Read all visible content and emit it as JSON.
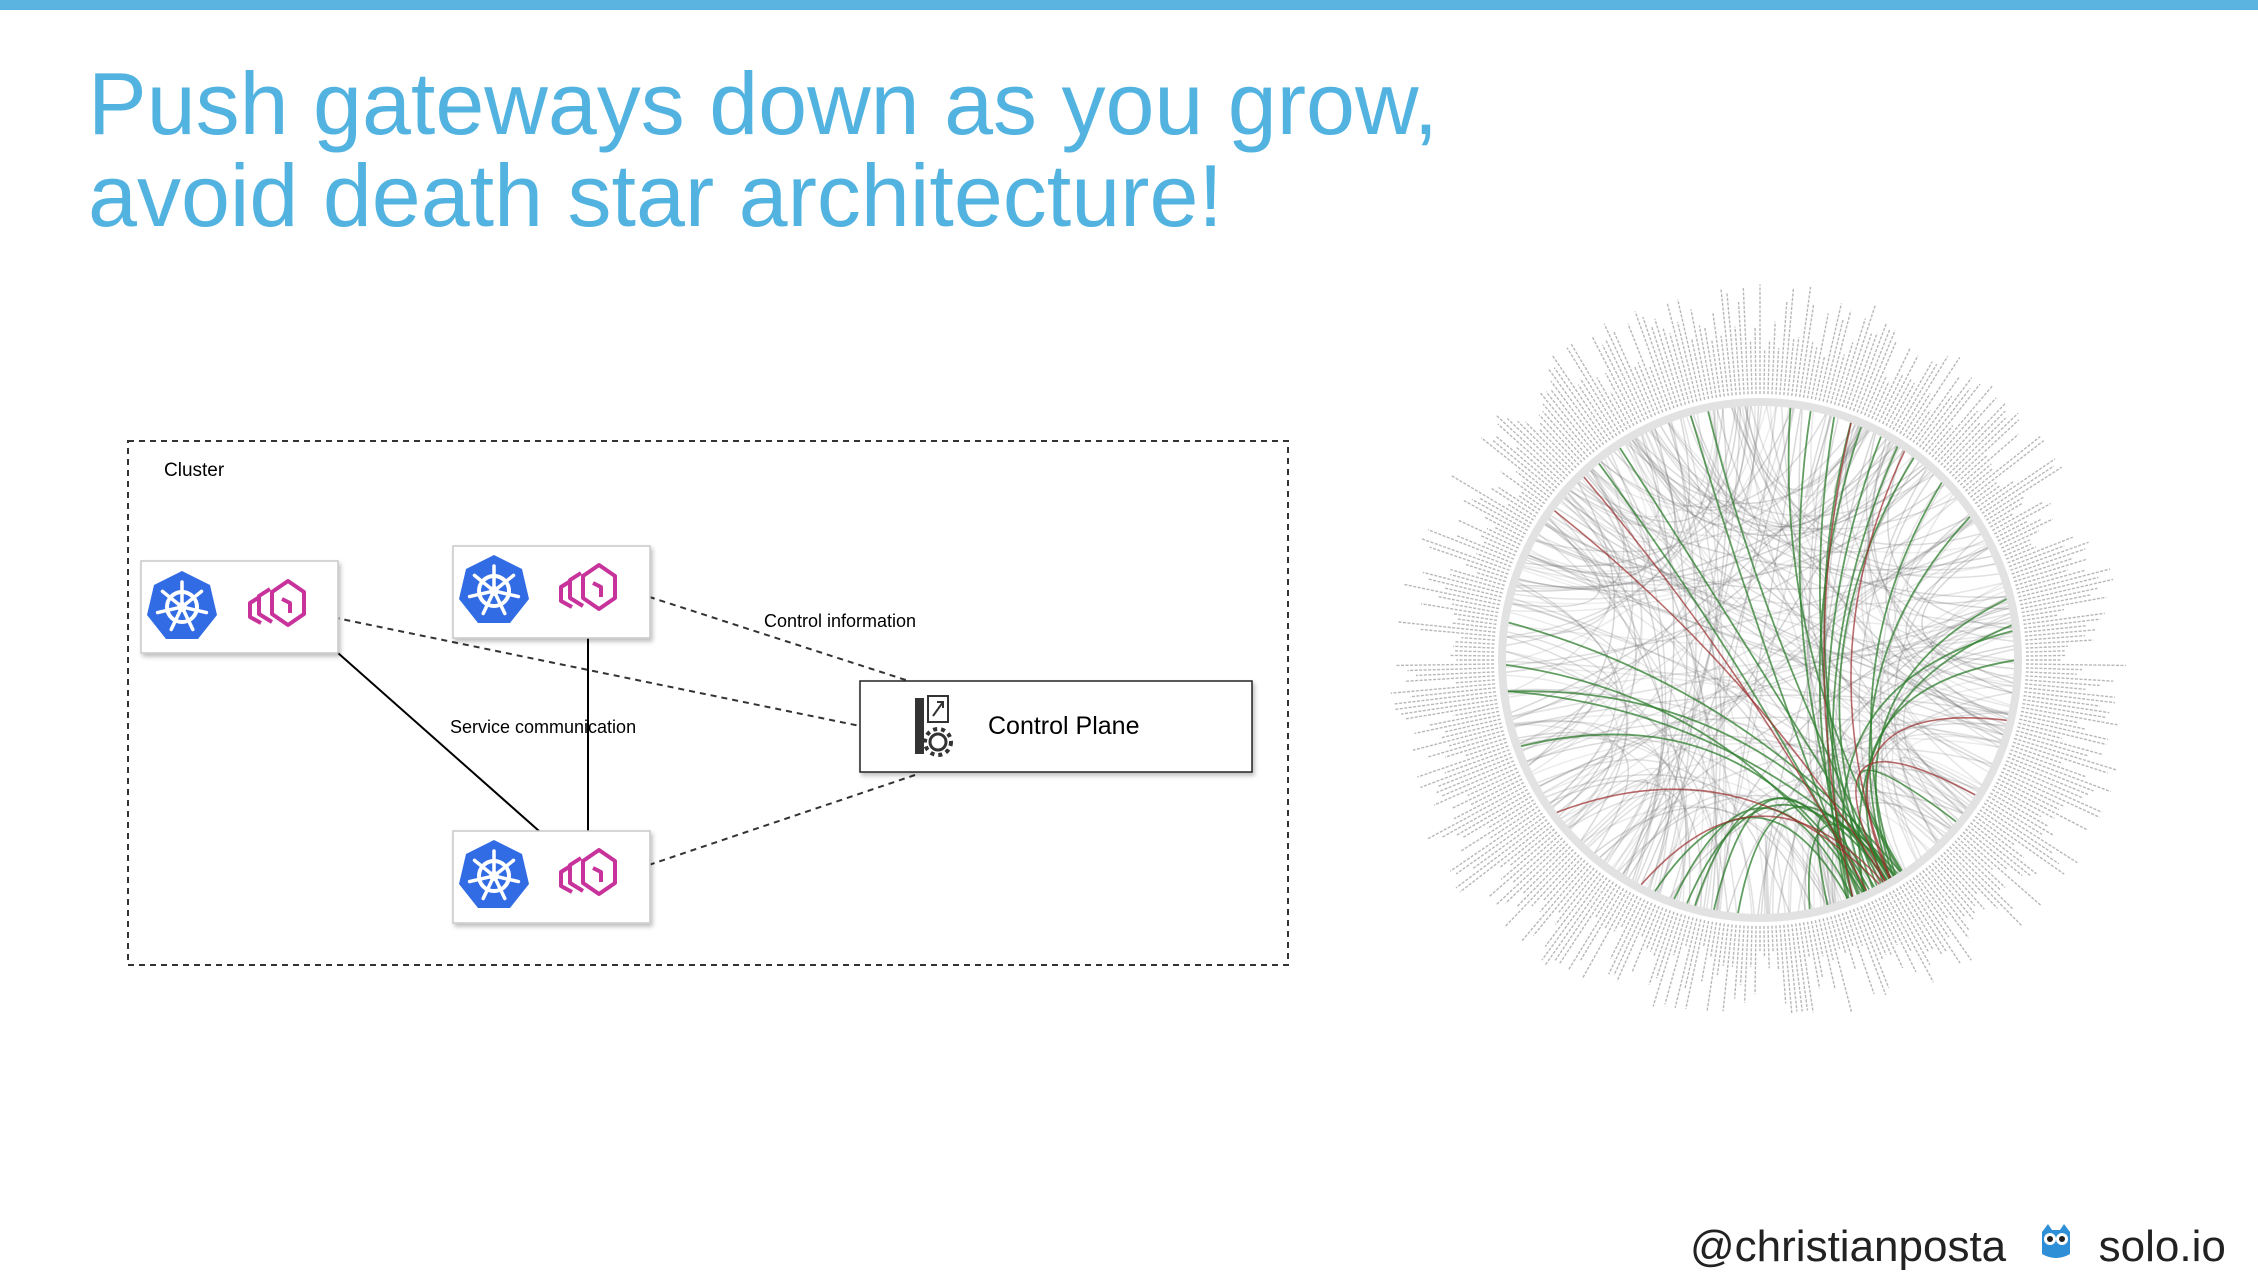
{
  "slide": {
    "title_line1": "Push gateways down as you grow,",
    "title_line2": "avoid death star architecture!"
  },
  "diagram": {
    "cluster_label": "Cluster",
    "control_plane_label": "Control Plane",
    "edge_control_information": "Control information",
    "edge_service_communication": "Service communication",
    "nodes": [
      {
        "icons": [
          "kubernetes-icon",
          "envoy-icon"
        ]
      },
      {
        "icons": [
          "kubernetes-icon",
          "envoy-icon"
        ]
      },
      {
        "icons": [
          "kubernetes-icon",
          "envoy-icon"
        ]
      }
    ]
  },
  "footer": {
    "handle": "@christianposta",
    "brand": "solo.io",
    "logo_icon": "owl-icon"
  },
  "colors": {
    "title": "#53b3e0",
    "top_bar": "#5bb4e0",
    "kubernetes": "#326ce5",
    "envoy": "#c7329b",
    "chord_gray": "#707070",
    "chord_green": "#2e7d2e",
    "chord_red": "#9b2c2c"
  }
}
